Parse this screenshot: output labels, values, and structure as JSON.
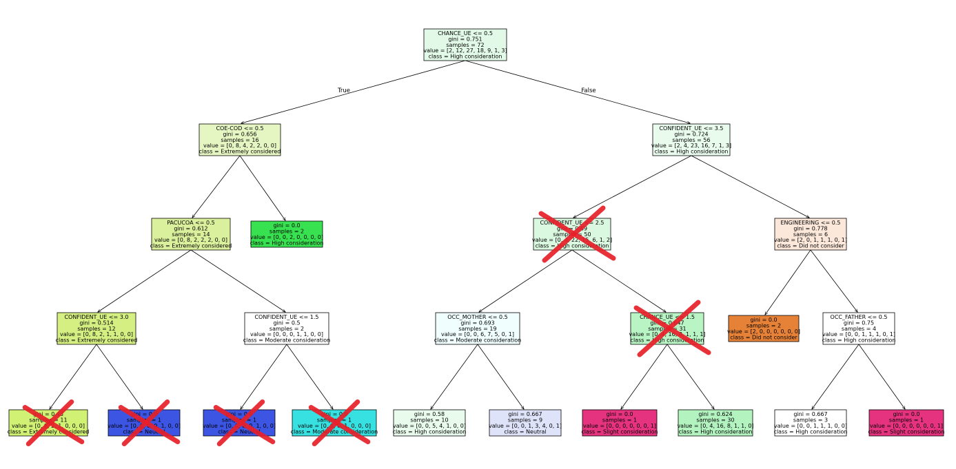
{
  "colors": {
    "ch1": "#e1f9e6",
    "ch2": "#e6f6c3",
    "ch3": "#e8fbec",
    "ch4": "#dbf09d",
    "ch5": "#38e14f",
    "ch6": "#d9f8df",
    "ch7": "#fce8da",
    "ch8": "#d5ef82",
    "ch9": "#ffffff",
    "ch10": "#f0fefe",
    "ch11": "#b9f5c4",
    "ch12": "#e68138",
    "ch13": "#ffffff",
    "ch14": "#d1f175",
    "ch15": "#3c55e2",
    "ch16": "#3c55e2",
    "ch17": "#37e1e1",
    "ch18": "#e8fbec",
    "ch19": "#dfe3fa",
    "ch20": "#e5337f",
    "ch21": "#b3f3bf",
    "ch22": "#ffffff",
    "ch23": "#e5337f",
    "cross": "#e8202a"
  },
  "edge_labels": {
    "left": "True",
    "right": "False"
  },
  "nodes": [
    {
      "id": "n1",
      "lines": [
        "CHANCE_UE <= 0.5",
        "gini = 0.751",
        "samples = 72",
        "value = [2, 12, 27, 18, 9, 1, 3]",
        "class = High consideration"
      ]
    },
    {
      "id": "n2",
      "lines": [
        "COE-COD <= 0.5",
        "gini = 0.656",
        "samples = 16",
        "value = [0, 8, 4, 2, 2, 0, 0]",
        "class = Extremely considered"
      ]
    },
    {
      "id": "n3",
      "lines": [
        "CONFIDENT_UE <= 3.5",
        "gini = 0.724",
        "samples = 56",
        "value = [2, 4, 23, 16, 7, 1, 3]",
        "class = High consideration"
      ]
    },
    {
      "id": "n4",
      "lines": [
        "PACUCOA <= 0.5",
        "gini = 0.612",
        "samples = 14",
        "value = [0, 8, 2, 2, 2, 0, 0]",
        "class = Extremely considered"
      ]
    },
    {
      "id": "n5",
      "lines": [
        "gini = 0.0",
        "samples = 2",
        "value = [0, 0, 2, 0, 0, 0, 0]",
        "class = High consideration"
      ]
    },
    {
      "id": "n6",
      "lines": [
        "CONFIDENT_UE <= 2.5",
        "gini = 0.69",
        "samples = 50",
        "value = [0, 4, 22, 15, 6, 1, 2]",
        "class = High consideration"
      ]
    },
    {
      "id": "n7",
      "lines": [
        "ENGINEERING <= 0.5",
        "gini = 0.778",
        "samples = 6",
        "value = [2, 0, 1, 1, 1, 0, 1]",
        "class = Did not consider"
      ]
    },
    {
      "id": "n8",
      "lines": [
        "CONFIDENT_UE <= 3.0",
        "gini = 0.514",
        "samples = 12",
        "value = [0, 8, 2, 1, 1, 0, 0]",
        "class = Extremely considered"
      ]
    },
    {
      "id": "n9",
      "lines": [
        "CONFIDENT_UE <= 1.5",
        "gini = 0.5",
        "samples = 2",
        "value = [0, 0, 0, 1, 1, 0, 0]",
        "class = Moderate consideration"
      ]
    },
    {
      "id": "n10",
      "lines": [
        "OCC_MOTHER <= 0.5",
        "gini = 0.693",
        "samples = 19",
        "value = [0, 0, 6, 7, 5, 0, 1]",
        "class = Moderate consideration"
      ]
    },
    {
      "id": "n11",
      "lines": [
        "CHANCE_UE <= 1.5",
        "gini = 0.647",
        "samples = 31",
        "value = [0, 4, 16, 8, 1, 1, 1]",
        "class = High consideration"
      ]
    },
    {
      "id": "n12",
      "lines": [
        "gini = 0.0",
        "samples = 2",
        "value = [2, 0, 0, 0, 0, 0, 0]",
        "class = Did not consider"
      ]
    },
    {
      "id": "n13",
      "lines": [
        "OCC_FATHER <= 0.5",
        "gini = 0.75",
        "samples = 4",
        "value = [0, 0, 1, 1, 1, 0, 1]",
        "class = High consideration"
      ]
    },
    {
      "id": "n14",
      "lines": [
        "gini = 0.43",
        "samples = 11",
        "value = [0, 8, 2, 1, 0, 0, 0]",
        "class = Extremely considered"
      ]
    },
    {
      "id": "n15",
      "lines": [
        "gini = 0.0",
        "samples = 1",
        "value = [0, 0, 0, 0, 1, 0, 0]",
        "class = Neutral"
      ]
    },
    {
      "id": "n16",
      "lines": [
        "gini = 0.0",
        "samples = 1",
        "value = [0, 0, 0, 0, 1, 0, 0]",
        "class = Neutral"
      ]
    },
    {
      "id": "n17",
      "lines": [
        "gini = 0.0",
        "samples = 1",
        "value = [0, 0, 0, 1, 0, 0, 0]",
        "class = Moderate consideration"
      ]
    },
    {
      "id": "n18",
      "lines": [
        "gini = 0.58",
        "samples = 10",
        "value = [0, 0, 5, 4, 1, 0, 0]",
        "class = High consideration"
      ]
    },
    {
      "id": "n19",
      "lines": [
        "gini = 0.667",
        "samples = 9",
        "value = [0, 0, 1, 3, 4, 0, 1]",
        "class = Neutral"
      ]
    },
    {
      "id": "n20",
      "lines": [
        "gini = 0.0",
        "samples = 1",
        "value = [0, 0, 0, 0, 0, 0, 1]",
        "class = Slight consideration"
      ]
    },
    {
      "id": "n21",
      "lines": [
        "gini = 0.624",
        "samples = 30",
        "value = [0, 4, 16, 8, 1, 1, 0]",
        "class = High consideration"
      ]
    },
    {
      "id": "n22",
      "lines": [
        "gini = 0.667",
        "samples = 3",
        "value = [0, 0, 1, 1, 1, 0, 0]",
        "class = High consideration"
      ]
    },
    {
      "id": "n23",
      "lines": [
        "gini = 0.0",
        "samples = 1",
        "value = [0, 0, 0, 0, 0, 0, 1]",
        "class = Slight consideration"
      ]
    }
  ]
}
